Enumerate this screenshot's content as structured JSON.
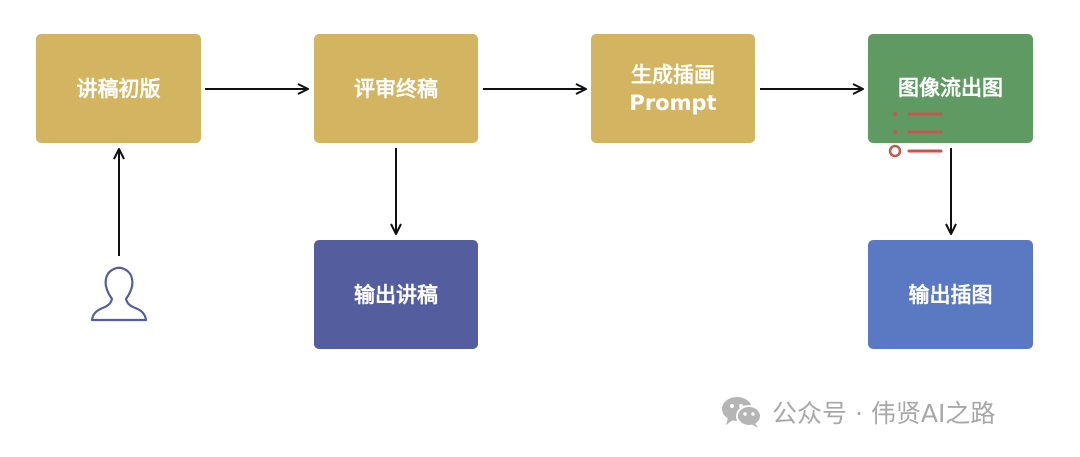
{
  "nodes": {
    "draft": "讲稿初版",
    "review": "评审终稿",
    "prompt_line1": "生成插画",
    "prompt_line2": "Prompt",
    "image_flow": "图像流出图",
    "output_script": "输出讲稿",
    "output_illustration": "输出插图"
  },
  "watermark": {
    "text": "公众号 · 伟贤AI之路",
    "icon": "wechat-icon"
  },
  "icons": {
    "user": "user-icon",
    "list": "list-icon"
  },
  "colors": {
    "gold": "#d3b461",
    "green": "#5e9a62",
    "navy": "#545e9f",
    "blue": "#5b79c2",
    "arrow": "#111111",
    "user_icon": "#545e9f",
    "list_icon": "#c8554f",
    "watermark": "#a8a8a8"
  }
}
